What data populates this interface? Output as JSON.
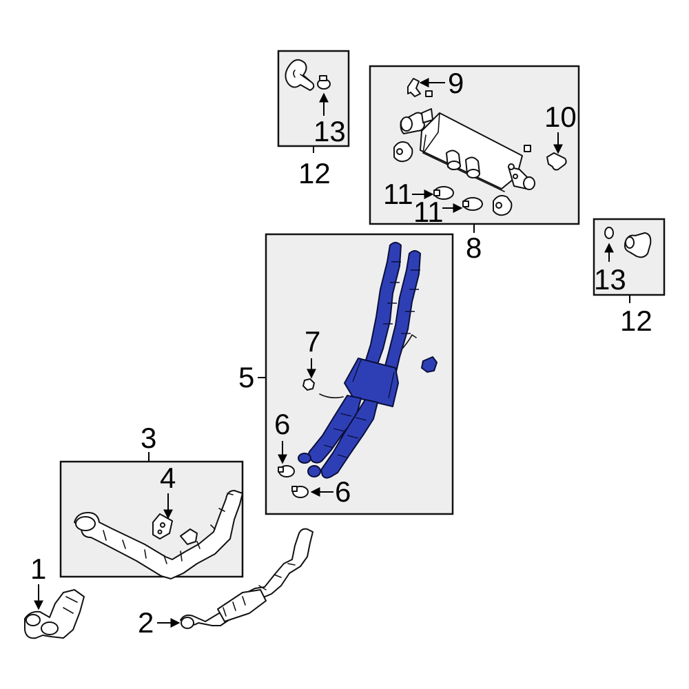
{
  "highlight_color": "#2e3fb6",
  "background_color": "#eeeeee",
  "callouts": {
    "c1": "1",
    "c2": "2",
    "c3": "3",
    "c4": "4",
    "c5": "5",
    "c6a": "6",
    "c6b": "6",
    "c7": "7",
    "c8": "8",
    "c9": "9",
    "c10": "10",
    "c11a": "11",
    "c11b": "11",
    "c12a": "12",
    "c12b": "12",
    "c13a": "13",
    "c13b": "13"
  }
}
